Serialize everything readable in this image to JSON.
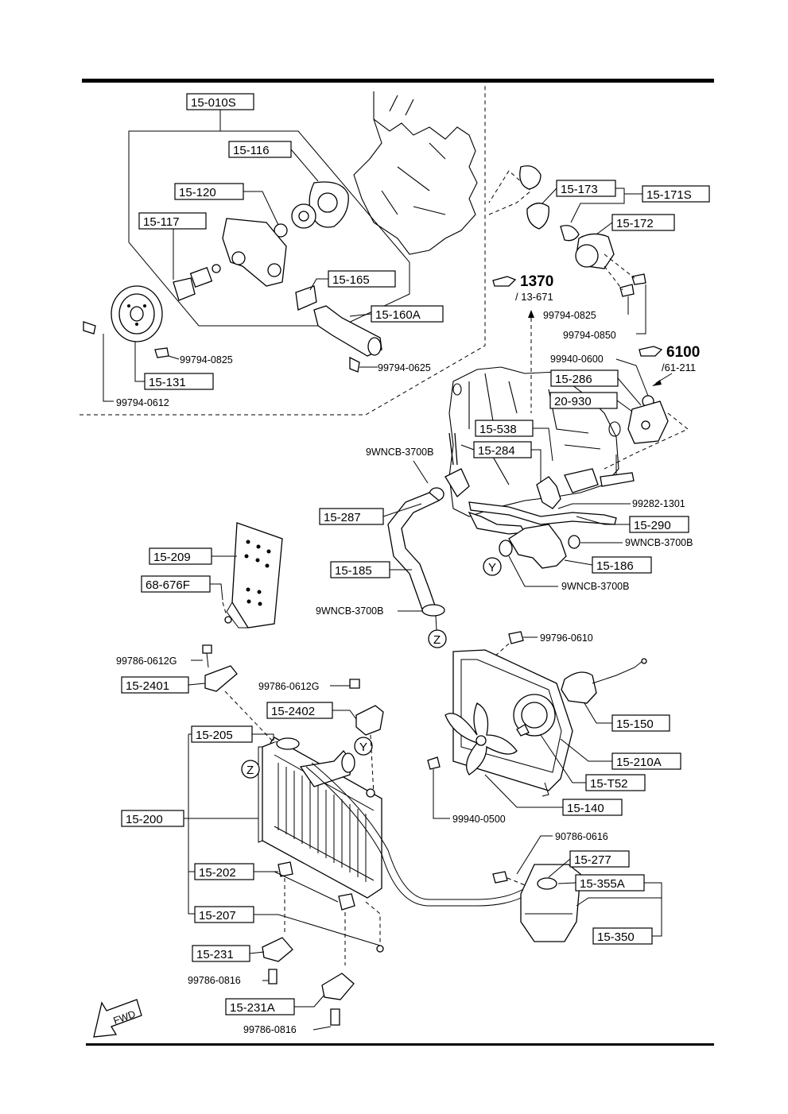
{
  "parts": {
    "p15_010S": "15-010S",
    "p15_116": "15-116",
    "p15_120": "15-120",
    "p15_117": "15-117",
    "p15_165": "15-165",
    "p15_160A": "15-160A",
    "p15_131": "15-131",
    "p15_173": "15-173",
    "p15_171S": "15-171S",
    "p15_172": "15-172",
    "p15_286": "15-286",
    "p20_930": "20-930",
    "p15_538": "15-538",
    "p15_284": "15-284",
    "p15_287": "15-287",
    "p15_290": "15-290",
    "p15_185": "15-185",
    "p15_186": "15-186",
    "p15_209": "15-209",
    "p68_676F": "68-676F",
    "p15_2401": "15-2401",
    "p15_2402": "15-2402",
    "p15_205": "15-205",
    "p15_200": "15-200",
    "p15_202": "15-202",
    "p15_207": "15-207",
    "p15_231": "15-231",
    "p15_231A": "15-231A",
    "p15_150": "15-150",
    "p15_210A": "15-210A",
    "p15_T52": "15-T52",
    "p15_140": "15-140",
    "p15_277": "15-277",
    "p15_355A": "15-355A",
    "p15_350": "15-350"
  },
  "numbers": {
    "n99794_0825_a": "99794-0825",
    "n99794_0625": "99794-0625",
    "n99794_0612": "99794-0612",
    "n99794_0825_b": "99794-0825",
    "n99794_0850": "99794-0850",
    "n99940_0600": "99940-0600",
    "n9WNCB_a": "9WNCB-3700B",
    "n99282_1301": "99282-1301",
    "n9WNCB_b": "9WNCB-3700B",
    "n9WNCB_c": "9WNCB-3700B",
    "n9WNCB_d": "9WNCB-3700B",
    "n99796_0610": "99796-0610",
    "n99786_0612G_a": "99786-0612G",
    "n99786_0612G_b": "99786-0612G",
    "n99940_0500": "99940-0500",
    "n90786_0616": "90786-0616",
    "n99786_0816_a": "99786-0816",
    "n99786_0816_b": "99786-0816"
  },
  "refs": {
    "r1370": "1370",
    "r13_671": "/ 13-671",
    "r6100": "6100",
    "r61_211": "/61-211"
  },
  "markers": {
    "y1": "Y",
    "z1": "Z",
    "y2": "Y",
    "z2": "Z"
  },
  "fwd": "FWD"
}
